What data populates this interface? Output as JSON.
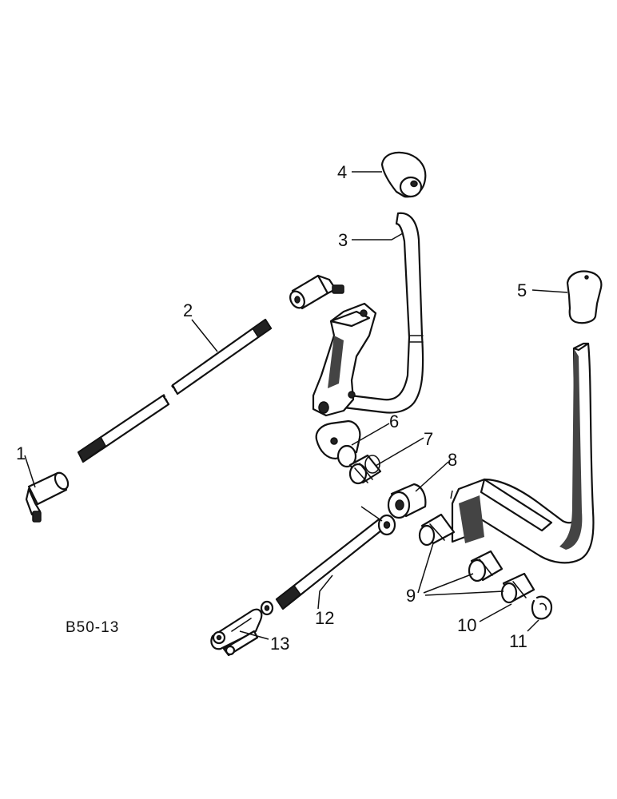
{
  "figure_code": "B50-13",
  "callouts": {
    "c1": "1",
    "c2": "2",
    "c3": "3",
    "c4": "4",
    "c5": "5",
    "c6": "6",
    "c7": "7",
    "c8": "8",
    "c9": "9",
    "c10": "10",
    "c11": "11",
    "c12": "12",
    "c13": "13"
  }
}
